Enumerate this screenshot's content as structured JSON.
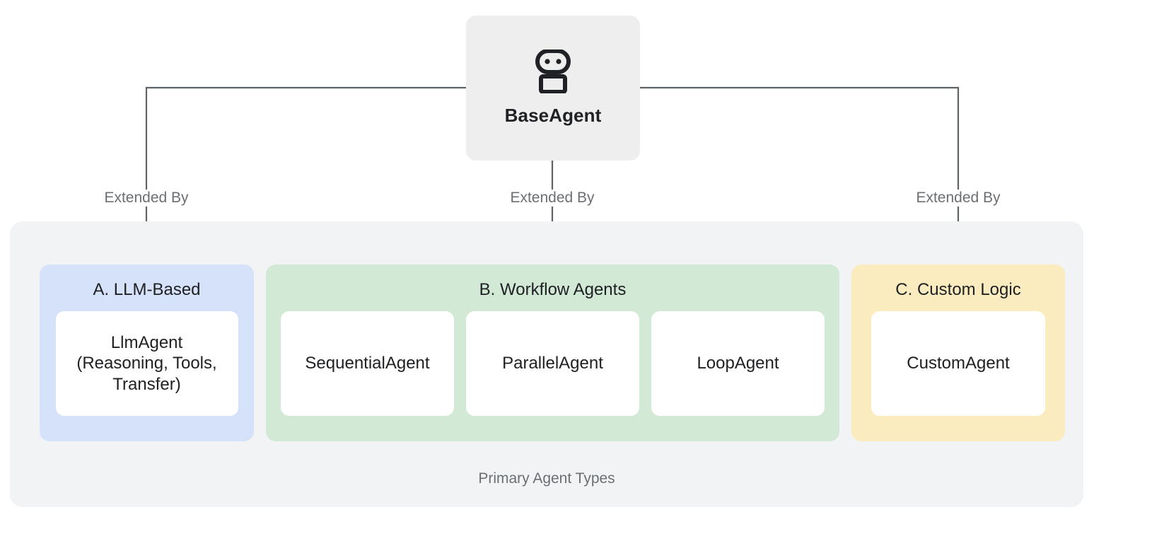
{
  "diagram": {
    "root": {
      "label": "BaseAgent",
      "icon": "robot-icon",
      "background": "#eeeeee"
    },
    "edges": [
      {
        "label": "Extended By"
      },
      {
        "label": "Extended By"
      },
      {
        "label": "Extended By"
      }
    ],
    "group": {
      "caption": "Primary Agent Types",
      "background": "#f1f3f4"
    },
    "categories": [
      {
        "title": "A. LLM-Based",
        "background": "#d6e2f9",
        "cards": [
          {
            "label": "LlmAgent\n(Reasoning, Tools,\nTransfer)"
          }
        ]
      },
      {
        "title": "B. Workflow Agents",
        "background": "#d2e9d6",
        "cards": [
          {
            "label": "SequentialAgent"
          },
          {
            "label": "ParallelAgent"
          },
          {
            "label": "LoopAgent"
          }
        ]
      },
      {
        "title": "C. Custom Logic",
        "background": "#faecbf",
        "cards": [
          {
            "label": "CustomAgent"
          }
        ]
      }
    ],
    "colors": {
      "connector": "#5f6368",
      "text_primary": "#202124",
      "text_muted": "#6b6f73",
      "card_background": "#ffffff"
    }
  }
}
